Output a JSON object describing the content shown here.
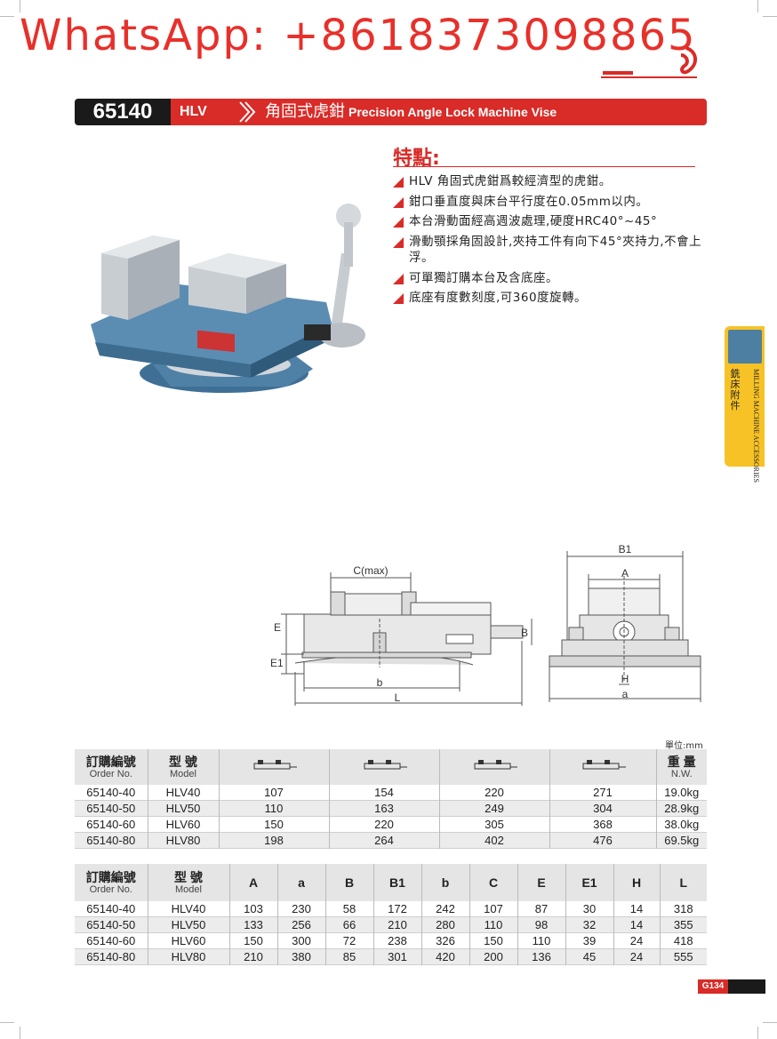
{
  "watermark": "WhatsApp: +8618373098865",
  "header": {
    "code": "65140",
    "model_tag": "HLV",
    "title_cn": "角固式虎鉗",
    "title_en": "Precision Angle Lock  Machine Vise"
  },
  "features": {
    "heading": "特點:",
    "items": [
      "HLV 角固式虎鉗爲較經濟型的虎鉗。",
      "鉗口垂直度與床台平行度在0.05mm以内。",
      "本台滑動面經高週波處理,硬度HRC40°~45°",
      "滑動顎採角固設計,夾持工件有向下45°夾持力,不會上浮。",
      "可單獨訂購本台及含底座。",
      "底座有度數刻度,可360度旋轉。"
    ]
  },
  "side_tab": {
    "cn": "銑床附件",
    "en": "MILLING MACHINE ACCESSORIES"
  },
  "diagram_labels": {
    "c_max": "C(max)",
    "e": "E",
    "e1": "E1",
    "b_small": "b",
    "l": "L",
    "b_big": "B",
    "b1": "B1",
    "a_big": "A",
    "h": "H",
    "a_small": "a"
  },
  "unit": "單位:mm",
  "table1": {
    "headers": {
      "order_cn": "訂購編號",
      "order_en": "Order No.",
      "model_cn": "型 號",
      "model_en": "Model",
      "weight_cn": "重 量",
      "weight_en": "N.W."
    },
    "rows": [
      [
        "65140-40",
        "HLV40",
        "107",
        "154",
        "220",
        "271",
        "19.0kg"
      ],
      [
        "65140-50",
        "HLV50",
        "110",
        "163",
        "249",
        "304",
        "28.9kg"
      ],
      [
        "65140-60",
        "HLV60",
        "150",
        "220",
        "305",
        "368",
        "38.0kg"
      ],
      [
        "65140-80",
        "HLV80",
        "198",
        "264",
        "402",
        "476",
        "69.5kg"
      ]
    ]
  },
  "table2": {
    "headers": {
      "order_cn": "訂購編號",
      "order_en": "Order No.",
      "model_cn": "型 號",
      "model_en": "Model",
      "cols": [
        "A",
        "a",
        "B",
        "B1",
        "b",
        "C",
        "E",
        "E1",
        "H",
        "L"
      ]
    },
    "rows": [
      [
        "65140-40",
        "HLV40",
        "103",
        "230",
        "58",
        "172",
        "242",
        "107",
        "87",
        "30",
        "14",
        "318"
      ],
      [
        "65140-50",
        "HLV50",
        "133",
        "256",
        "66",
        "210",
        "280",
        "110",
        "98",
        "32",
        "14",
        "355"
      ],
      [
        "65140-60",
        "HLV60",
        "150",
        "300",
        "72",
        "238",
        "326",
        "150",
        "110",
        "39",
        "24",
        "418"
      ],
      [
        "65140-80",
        "HLV80",
        "210",
        "380",
        "85",
        "301",
        "420",
        "200",
        "136",
        "45",
        "24",
        "555"
      ]
    ]
  },
  "page_number": "G134",
  "colors": {
    "brand_red": "#d92b27",
    "tab_yellow": "#f6c226",
    "vise_blue": "#4d7fa3"
  }
}
